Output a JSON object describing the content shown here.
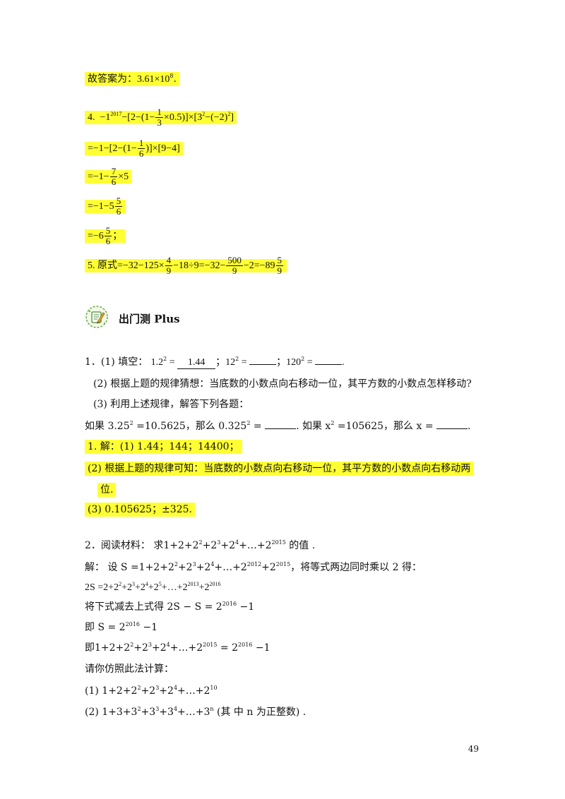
{
  "prev_answer": {
    "prefix": "故答案为：",
    "base": "3.61×10",
    "exp": "8",
    "suffix": "."
  },
  "q4": {
    "label": "4.",
    "l1_a": "−1",
    "l1_exp": "2017",
    "l1_b": "−[2−(1−",
    "l1_num": "1",
    "l1_den": "3",
    "l1_c": "×0.5)]×[3",
    "l1_exp2": "2",
    "l1_d": "−(−2)",
    "l1_exp3": "2",
    "l1_e": "]",
    "l2_a": "=−1−[2−(1−",
    "l2_num": "1",
    "l2_den": "6",
    "l2_b": ")]×[9−4]",
    "l3_a": "=−1−",
    "l3_num": "7",
    "l3_den": "6",
    "l3_b": "×5",
    "l4_a": "=−1−5",
    "l4_num": "5",
    "l4_den": "6",
    "l5_a": "=−6",
    "l5_num": "5",
    "l5_den": "6",
    "l5_b": "；"
  },
  "q5": {
    "label": "5. 原式=",
    "a": "−32−125×",
    "n1": "4",
    "d1": "9",
    "b": "−18÷9=−32−",
    "n2": "500",
    "d2": "9",
    "c": "−2=−89",
    "n3": "5",
    "d3": "9"
  },
  "section": {
    "title": "出门测 Plus",
    "icon": "pencil-note-icon"
  },
  "p1": {
    "q1_a": "1．(1) 填空：",
    "q1_b": "1.2",
    "q1_e1": "2",
    "q1_c": " = ",
    "q1_ans": "1.44",
    "q1_d": "；12",
    "q1_e2": "2",
    "q1_f": " = ",
    "q1_g": "；120",
    "q1_e3": "2",
    "q1_h": " = ",
    "q1_i": ".",
    "q2": "(2) 根据上题的规律猜想：当底数的小数点向右移动一位，其平方数的小数点怎样移动?",
    "q3": "(3) 利用上述规律，解答下列各题：",
    "q4_a": "如果 3.25",
    "q4_e1": "2",
    "q4_b": " =10.5625，那么 0.325",
    "q4_e2": "2",
    "q4_c": " = ",
    "q4_d": ". 如果 x",
    "q4_e3": "2",
    "q4_f": " =105625，那么 x = ",
    "q4_g": ".",
    "a1": "1. 解：(1) 1.44；144；14400；",
    "a2_l1": "(2) 根据上题的规律可知：当底数的小数点向右移动一位，其平方数的小数点向右移动两",
    "a2_l2": "位.",
    "a3": "(3) 0.105625；±325."
  },
  "p2": {
    "q_a": "2．阅读材料：  求1+2+2",
    "q_e1": "2",
    "q_b": "+2",
    "q_e2": "3",
    "q_c": "+2",
    "q_e3": "4",
    "q_d": "+…+2",
    "q_e4": "2015",
    "q_f": " 的值 .",
    "s_a": "解：  设 S =1+2+2",
    "s_e1": "2",
    "s_b": "+2",
    "s_e2": "3",
    "s_c": "+2",
    "s_e3": "4",
    "s_d": "+…+2",
    "s_e4": "2012",
    "s_f": "+2",
    "s_e5": "2015",
    "s_g": "，将等式两边同时乘以 2 得：",
    "t_a": "2S =2+2",
    "t_e1": "2",
    "t_b": "+2",
    "t_e2": "3",
    "t_c": "+2",
    "t_e3": "4",
    "t_d": "+2",
    "t_e4": "5",
    "t_f": "+…+2",
    "t_e5": "2013",
    "t_g": "+2",
    "t_e6": "2016",
    "u_a": "将下式减去上式得 2S − S = 2",
    "u_e": "2016",
    "u_b": " −1",
    "v_a": "即 S = 2",
    "v_e": "2016",
    "v_b": " −1",
    "w_a": "即1+2+2",
    "w_e1": "2",
    "w_b": "+2",
    "w_e2": "3",
    "w_c": "+2",
    "w_e3": "4",
    "w_d": "+…+2",
    "w_e4": "2015",
    "w_f": " = 2",
    "w_e5": "2016",
    "w_g": " −1",
    "x": "请你仿照此法计算：",
    "y_a": "(1)  1+2+2",
    "y_e1": "2",
    "y_b": "+2",
    "y_e2": "3",
    "y_c": "+2",
    "y_e3": "4",
    "y_d": "+…+2",
    "y_e4": "10",
    "z_a": "(2)  1+3+3",
    "z_e1": "2",
    "z_b": "+3",
    "z_e2": "3",
    "z_c": "+3",
    "z_e3": "4",
    "z_d": "+…+3",
    "z_e4": "n",
    "z_f": " (其 中 n 为正整数)  ."
  },
  "page_number": "49"
}
